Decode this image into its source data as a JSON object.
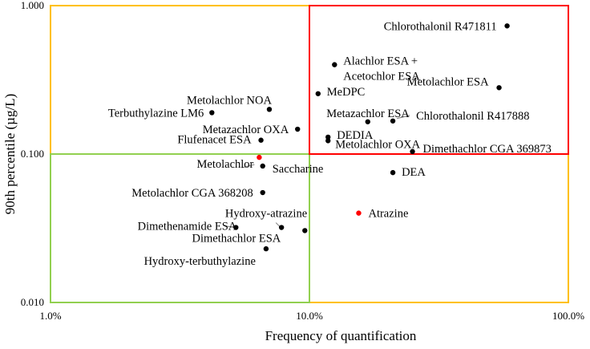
{
  "chart_data": {
    "type": "scatter",
    "xscale": "log",
    "yscale": "log",
    "xlim": [
      0.01,
      1.0
    ],
    "ylim": [
      0.01,
      1.0
    ],
    "xlabel": "Frequency of quantification",
    "ylabel": "90th percentile (µg/L)",
    "xticks": [
      0.01,
      0.1,
      1.0
    ],
    "xtick_labels": [
      "1.0%",
      "10.0%",
      "100.0%"
    ],
    "yticks": [
      0.01,
      0.1,
      1.0
    ],
    "ytick_labels": [
      "0.010",
      "0.100",
      "1.000"
    ],
    "grid": false,
    "legend": "none",
    "colors": {
      "default_point": "#000000",
      "highlight_point": "#ff0000",
      "outer_box": "#ffc000",
      "low_box": "#92d050",
      "high_box": "#ff0000"
    },
    "regions": [
      {
        "x": [
          0.01,
          1.0
        ],
        "y": [
          0.01,
          1.0
        ],
        "color": "#ffc000"
      },
      {
        "x": [
          0.01,
          0.1
        ],
        "y": [
          0.01,
          0.1
        ],
        "color": "#92d050"
      },
      {
        "x": [
          0.1,
          1.0
        ],
        "y": [
          0.1,
          1.0
        ],
        "color": "#ff0000"
      }
    ],
    "points": [
      {
        "label": "Chlorothalonil R471811",
        "x": 0.58,
        "y": 0.73,
        "color": "#000000"
      },
      {
        "label": "Alachlor ESA +\nAcetochlor ESA",
        "x": 0.125,
        "y": 0.4,
        "color": "#000000"
      },
      {
        "label": "Metolachlor ESA",
        "x": 0.54,
        "y": 0.28,
        "color": "#000000"
      },
      {
        "label": "MeDPC",
        "x": 0.108,
        "y": 0.255,
        "color": "#000000"
      },
      {
        "label": "Metolachlor NOA",
        "x": 0.07,
        "y": 0.2,
        "color": "#000000"
      },
      {
        "label": "Terbuthylazine LM6",
        "x": 0.042,
        "y": 0.19,
        "color": "#000000"
      },
      {
        "label": "Metazachlor ESA",
        "x": 0.168,
        "y": 0.165,
        "color": "#000000"
      },
      {
        "label": "Chlorothalonil R417888",
        "x": 0.21,
        "y": 0.167,
        "color": "#000000"
      },
      {
        "label": "Metazachlor OXA",
        "x": 0.09,
        "y": 0.147,
        "color": "#000000"
      },
      {
        "label": "DEDIA",
        "x": 0.118,
        "y": 0.13,
        "color": "#000000"
      },
      {
        "label": "Metolachlor OXA",
        "x": 0.118,
        "y": 0.123,
        "color": "#000000"
      },
      {
        "label": "Flufenacet ESA",
        "x": 0.065,
        "y": 0.124,
        "color": "#000000"
      },
      {
        "label": "Dimethachlor CGA 369873",
        "x": 0.25,
        "y": 0.104,
        "color": "#000000"
      },
      {
        "label": "Metolachlor",
        "x": 0.064,
        "y": 0.095,
        "color": "#ff0000"
      },
      {
        "label": "Saccharine",
        "x": 0.066,
        "y": 0.083,
        "color": "#000000"
      },
      {
        "label": "DEA",
        "x": 0.21,
        "y": 0.075,
        "color": "#000000"
      },
      {
        "label": "Metolachlor CGA 368208",
        "x": 0.066,
        "y": 0.055,
        "color": "#000000"
      },
      {
        "label": "Atrazine",
        "x": 0.155,
        "y": 0.04,
        "color": "#ff0000"
      },
      {
        "label": "Hydroxy-atrazine",
        "x": 0.078,
        "y": 0.032,
        "color": "#000000"
      },
      {
        "label": "Dimethenamide ESA",
        "x": 0.052,
        "y": 0.032,
        "color": "#000000"
      },
      {
        "label": "Dimethachlor ESA",
        "x": 0.096,
        "y": 0.0305,
        "color": "#000000"
      },
      {
        "label": "Hydroxy-terbuthylazine",
        "x": 0.068,
        "y": 0.023,
        "color": "#000000"
      }
    ]
  }
}
